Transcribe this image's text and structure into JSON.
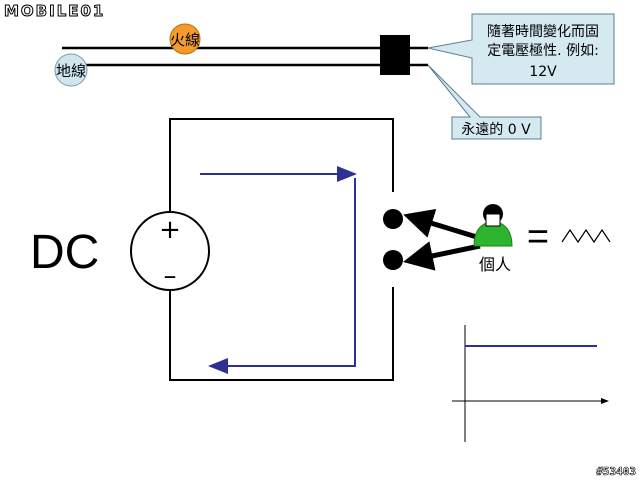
{
  "logo_text": "MOBILE01",
  "watermark": "#53403",
  "labels": {
    "live_wire": "火線",
    "ground_wire": "地線",
    "callout_top": [
      "隨著時間變化而固",
      "定電壓極性. 例如:",
      "12V"
    ],
    "callout_bottom": "永遠的 0 V",
    "dc": "DC",
    "plus": "+",
    "minus": "–",
    "person": "個人",
    "equals": "="
  },
  "colors": {
    "live_badge": "#F39C2B",
    "ground_badge": "#CFE6EE",
    "callout_fill": "#D5E9F1",
    "callout_stroke": "#5B7F90",
    "circuit_line": "#000000",
    "flow_arrow": "#2E3192",
    "person_green": "#2DB52D",
    "graph_line": "#2E3192"
  },
  "icons": [
    "person-icon",
    "sine-wave-icon"
  ]
}
